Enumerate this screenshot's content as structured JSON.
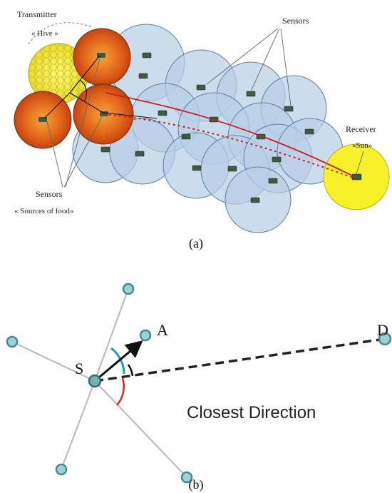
{
  "panel_a": {
    "transmitter_label": "Transmitter",
    "hive_label": "« Hive »",
    "sensors_top_label": "Sensors",
    "sensors_bottom_label": "Sensors",
    "sources_label": "« Sources of food»",
    "receiver_label": "Receiver",
    "sun_label": "«Sun»",
    "caption": "(a)"
  },
  "panel_b": {
    "label_s": "S",
    "label_a": "A",
    "label_d": "D",
    "direction_label": "Closest Direction",
    "caption": "(b)"
  },
  "colors": {
    "sensor_disk_fill": "#b7cfe6",
    "sensor_disk_stroke": "#5e7fa8",
    "hive_yellow": "#f2ea3c",
    "sun_yellow": "#f7f02a",
    "food_orange": "#e3701e",
    "route_red": "#cc1f1f",
    "node_teal": "#9ed0d6",
    "node_stroke": "#3f8c94",
    "angle_teal": "#2aa0a8",
    "angle_red": "#cc2a2a"
  }
}
